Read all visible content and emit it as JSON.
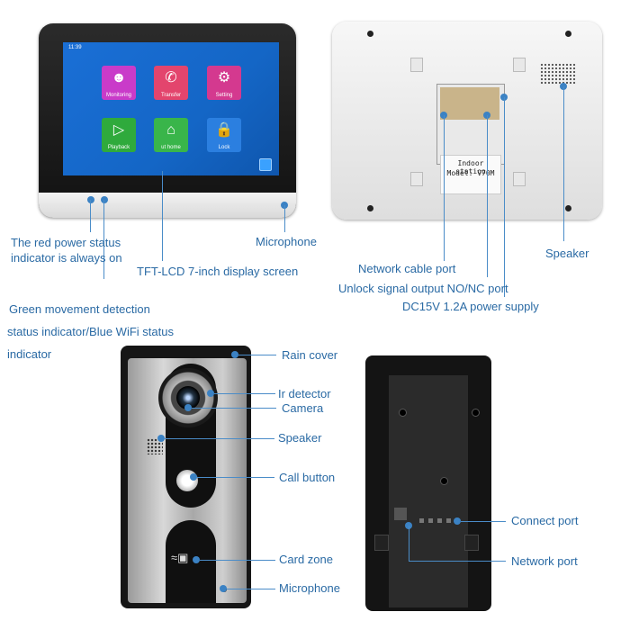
{
  "monitor": {
    "clock": "11:39",
    "apps": [
      {
        "label": "Monitoring",
        "icon": "person-icon",
        "color": "#c93bc9"
      },
      {
        "label": "Transfer",
        "icon": "phone-icon",
        "color": "#e3456d"
      },
      {
        "label": "Setting",
        "icon": "gear-icon",
        "color": "#d4398f"
      },
      {
        "label": "Playback",
        "icon": "play-icon",
        "color": "#2faa3c"
      },
      {
        "label": "ut home",
        "icon": "house-icon",
        "color": "#39b54a"
      },
      {
        "label": "Lock",
        "icon": "lock-icon",
        "color": "#2b7fe0"
      }
    ]
  },
  "sticker": {
    "line1": "Indoor station",
    "line2": "Model: V70M"
  },
  "labels": {
    "red_power": "The red power status",
    "red_power_2": "indicator is always on",
    "green_1": "Green movement detection",
    "green_2": "status indicator/Blue WiFi status",
    "green_3": "indicator",
    "display": "TFT-LCD 7-inch display screen",
    "microphone_top": "Microphone",
    "network_cable": "Network cable port",
    "unlock": "Unlock signal output NO/NC port",
    "power": "DC15V 1.2A power supply",
    "speaker_top": "Speaker",
    "rain_cover": "Rain cover",
    "ir": "Ir detector",
    "camera": "Camera",
    "speaker": "Speaker",
    "call": "Call button",
    "card": "Card zone",
    "microphone_bottom": "Microphone",
    "connect_port": "Connect port",
    "network_port": "Network port"
  },
  "colors": {
    "label": "#2a6aa4",
    "leader": "#4a8cc8",
    "screen": "#1466c6"
  }
}
